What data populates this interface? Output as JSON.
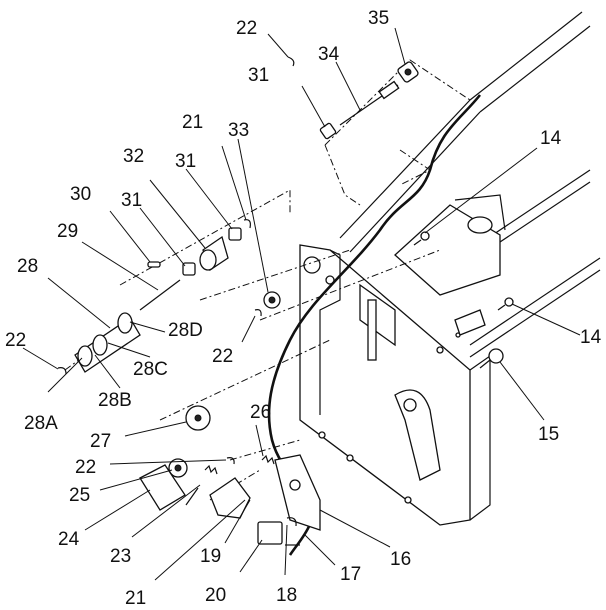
{
  "callouts": [
    {
      "id": "c14a",
      "text": "14"
    },
    {
      "id": "c14b",
      "text": "14"
    },
    {
      "id": "c15",
      "text": "15"
    },
    {
      "id": "c16",
      "text": "16"
    },
    {
      "id": "c17",
      "text": "17"
    },
    {
      "id": "c18",
      "text": "18"
    },
    {
      "id": "c19",
      "text": "19"
    },
    {
      "id": "c20",
      "text": "20"
    },
    {
      "id": "c21a",
      "text": "21"
    },
    {
      "id": "c21b",
      "text": "21"
    },
    {
      "id": "c22a",
      "text": "22"
    },
    {
      "id": "c22b",
      "text": "22"
    },
    {
      "id": "c22c",
      "text": "22"
    },
    {
      "id": "c22d",
      "text": "22"
    },
    {
      "id": "c23",
      "text": "23"
    },
    {
      "id": "c24",
      "text": "24"
    },
    {
      "id": "c25",
      "text": "25"
    },
    {
      "id": "c26",
      "text": "26"
    },
    {
      "id": "c27",
      "text": "27"
    },
    {
      "id": "c28",
      "text": "28"
    },
    {
      "id": "c28A",
      "text": "28A"
    },
    {
      "id": "c28B",
      "text": "28B"
    },
    {
      "id": "c28C",
      "text": "28C"
    },
    {
      "id": "c28D",
      "text": "28D"
    },
    {
      "id": "c29",
      "text": "29"
    },
    {
      "id": "c30",
      "text": "30"
    },
    {
      "id": "c31a",
      "text": "31"
    },
    {
      "id": "c31b",
      "text": "31"
    },
    {
      "id": "c31c",
      "text": "31"
    },
    {
      "id": "c32",
      "text": "32"
    },
    {
      "id": "c33",
      "text": "33"
    },
    {
      "id": "c34",
      "text": "34"
    },
    {
      "id": "c35",
      "text": "35"
    }
  ]
}
